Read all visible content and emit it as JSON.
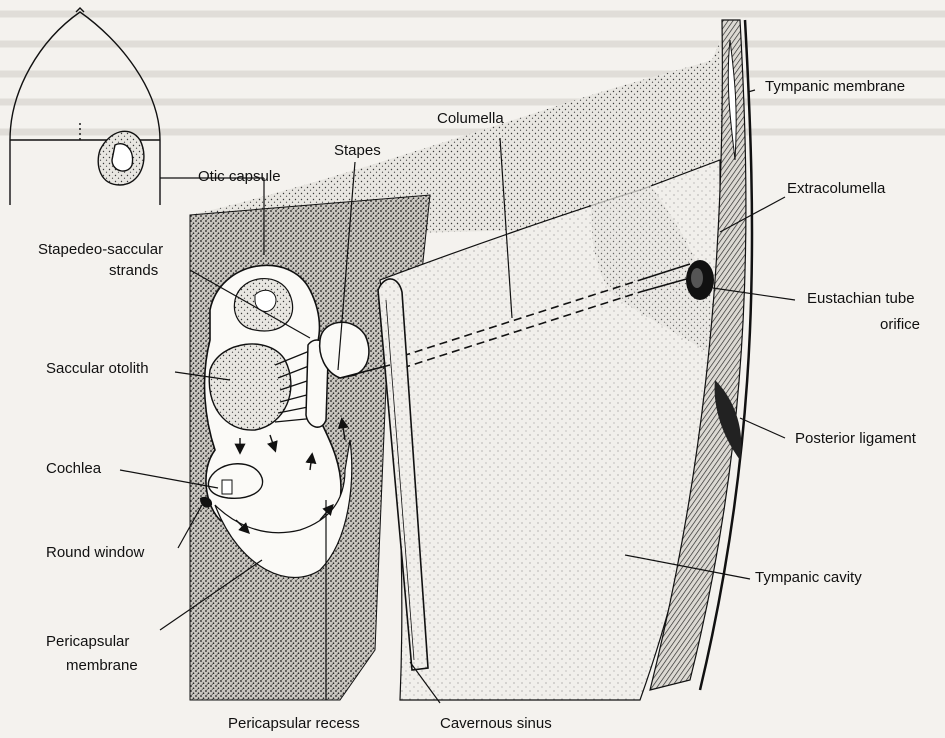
{
  "labels": {
    "tympanic_membrane": "Tympanic membrane",
    "columella": "Columella",
    "stapes": "Stapes",
    "otic_capsule": "Otic capsule",
    "extracolumella": "Extracolumella",
    "stapedeo_saccular_1": "Stapedeo-saccular",
    "stapedeo_saccular_2": "strands",
    "eustachian_1": "Eustachian tube",
    "eustachian_2": "orifice",
    "saccular_otolith": "Saccular otolith",
    "posterior_ligament": "Posterior ligament",
    "cochlea": "Cochlea",
    "round_window": "Round window",
    "tympanic_cavity": "Tympanic cavity",
    "pericapsular_membrane_1": "Pericapsular",
    "pericapsular_membrane_2": "membrane",
    "pericapsular_recess": "Pericapsular recess",
    "cavernous_sinus": "Cavernous sinus"
  },
  "colors": {
    "background": "#f4f2ee",
    "ink": "#111111",
    "stipple_dark": "#2a2a2a",
    "stipple_light": "#6a6a6a"
  }
}
